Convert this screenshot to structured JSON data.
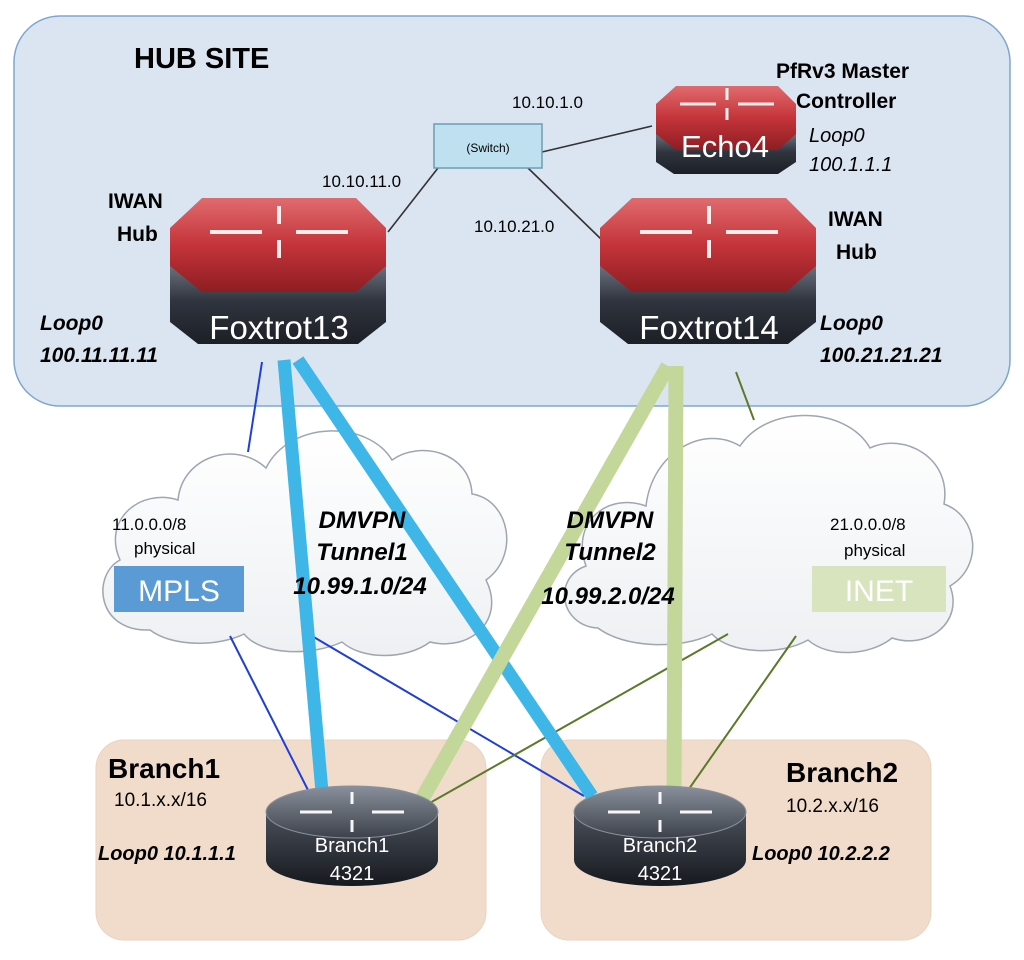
{
  "hub_site": {
    "title": "HUB SITE",
    "links": {
      "echo4": "10.10.1.0",
      "foxtrot13": "10.10.11.0",
      "foxtrot14": "10.10.21.0"
    },
    "switch_label": "(Switch)"
  },
  "routers": {
    "echo4": {
      "name": "Echo4",
      "role_line1": "PfRv3 Master",
      "role_line2": "Controller",
      "loop_label": "Loop0",
      "loop_ip": "100.1.1.1"
    },
    "foxtrot13": {
      "name": "Foxtrot13",
      "role_line1": "IWAN",
      "role_line2": "Hub",
      "loop_label": "Loop0",
      "loop_ip": "100.11.11.11"
    },
    "foxtrot14": {
      "name": "Foxtrot14",
      "role_line1": "IWAN",
      "role_line2": "Hub",
      "loop_label": "Loop0",
      "loop_ip": "100.21.21.21"
    }
  },
  "transports": {
    "mpls": {
      "subnet": "11.0.0.0/8",
      "kind": "physical",
      "name": "MPLS",
      "color": "#5b9bd5"
    },
    "inet": {
      "subnet": "21.0.0.0/8",
      "kind": "physical",
      "name": "INET",
      "color": "#d7e4bd"
    }
  },
  "tunnels": {
    "tunnel1": {
      "line1": "DMVPN",
      "line2": "Tunnel1",
      "line3": "10.99.1.0/24",
      "color": "#3fb6e8"
    },
    "tunnel2": {
      "line1": "DMVPN",
      "line2": "Tunnel2",
      "line3": "10.99.2.0/24",
      "color": "#c4d79b"
    }
  },
  "branches": {
    "branch1": {
      "title": "Branch1",
      "subnet": "10.1.x.x/16",
      "loop": "Loop0 10.1.1.1",
      "router_line1": "Branch1",
      "router_line2": "4321"
    },
    "branch2": {
      "title": "Branch2",
      "subnet": "10.2.x.x/16",
      "loop": "Loop0 10.2.2.2",
      "router_line1": "Branch2",
      "router_line2": "4321"
    }
  },
  "colors": {
    "hub_fill": "#dbe5f1",
    "hub_border": "#7ea6cf",
    "branch_fill": "#f1dccb",
    "branch_border": "#ead2c0",
    "mpls_link": "#1f3fd6",
    "inet_link": "#5a7a2a",
    "router_red": "#b5262b",
    "router_dark": "#3a3f4a"
  }
}
